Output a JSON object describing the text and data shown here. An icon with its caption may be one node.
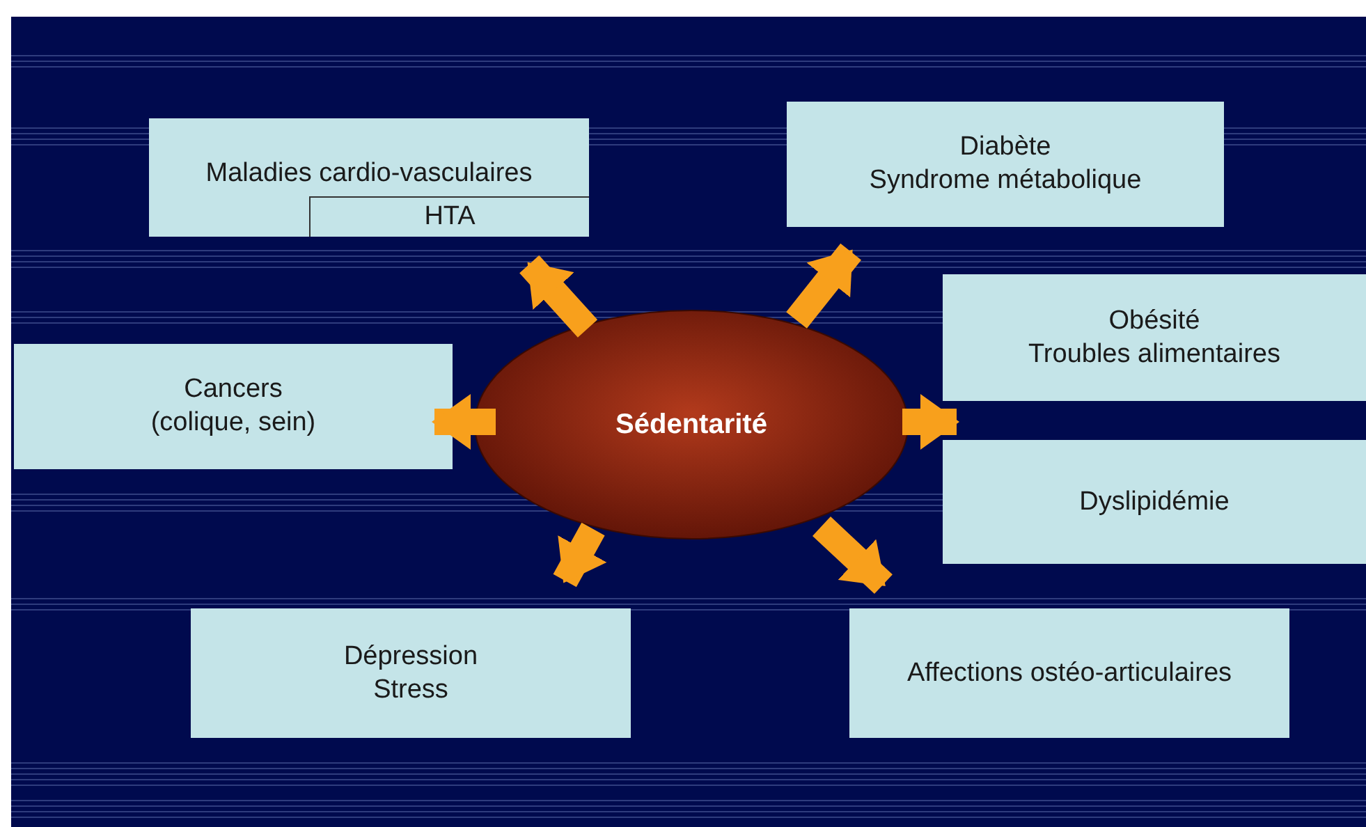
{
  "diagram": {
    "nodes": [
      {
        "text": [
          "Maladies cardio-vasculaires"
        ]
      },
      {
        "text": [
          "HTA"
        ],
        "in": 0
      },
      {
        "text": [
          "Diabète",
          "Syndrome métabolique"
        ]
      },
      {
        "text": [
          "Obésité",
          "Troubles alimentaires"
        ]
      },
      {
        "text": [
          "Cancers",
          "(colique, sein)"
        ]
      },
      {
        "text": [
          "Sédentarité"
        ]
      },
      {
        "text": [
          "Dyslipidémie"
        ]
      },
      {
        "text": [
          "Dépression",
          "Stress"
        ]
      },
      {
        "text": [
          "Affections ostéo-articulaires"
        ]
      }
    ],
    "edges": [
      {
        "from": 5,
        "to": 0,
        "arrow": "to"
      },
      {
        "from": 5,
        "to": 2,
        "arrow": "to"
      },
      {
        "from": 5,
        "to": 4,
        "arrow": "to"
      },
      {
        "from": 5,
        "to": 3,
        "arrow": "to"
      },
      {
        "from": 5,
        "to": 6,
        "arrow": "to"
      },
      {
        "from": 5,
        "to": 7,
        "arrow": "to"
      },
      {
        "from": 5,
        "to": 8,
        "arrow": "to"
      }
    ]
  }
}
